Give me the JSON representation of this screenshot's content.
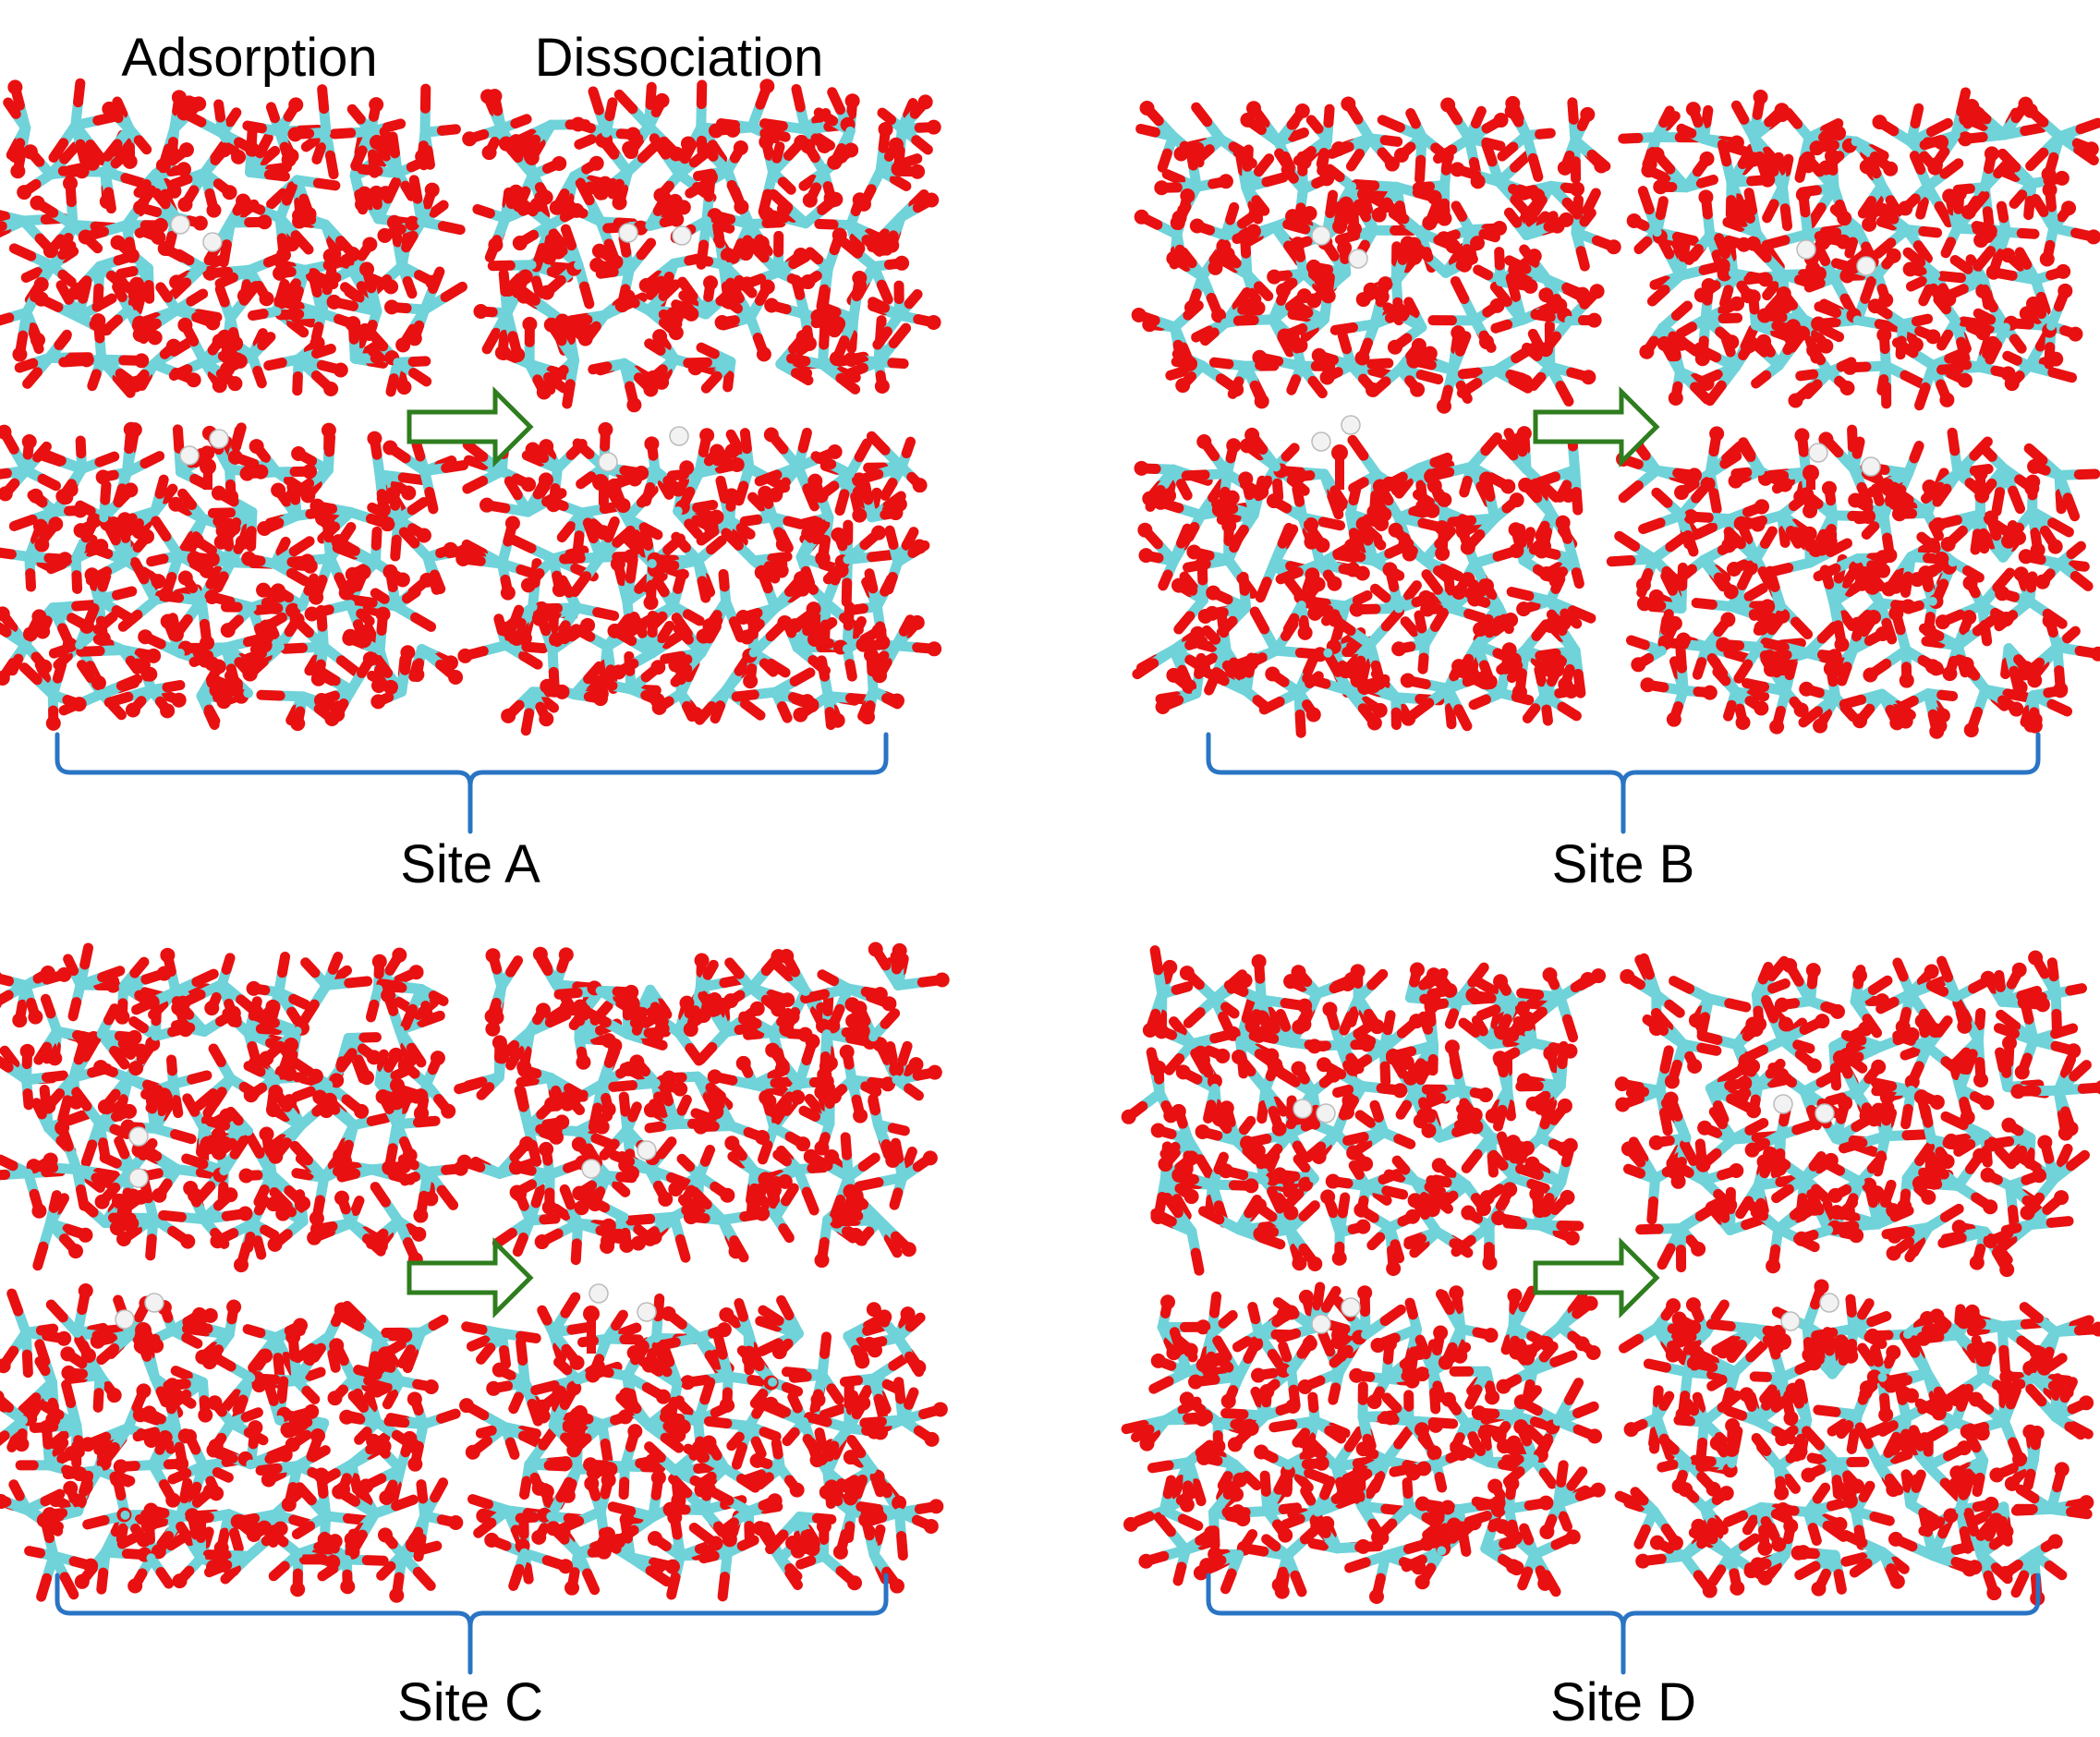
{
  "headers": {
    "adsorption": "Adsorption",
    "dissociation": "Dissociation"
  },
  "sites": [
    {
      "label": "Site A"
    },
    {
      "label": "Site B"
    },
    {
      "label": "Site C"
    },
    {
      "label": "Site D"
    }
  ],
  "colors": {
    "oxygen": "#e81010",
    "metal": "#6fd3d9",
    "hydrogen": "#f2f2f2",
    "arrow": "#2e7d1e",
    "bracket": "#2a74c4"
  }
}
